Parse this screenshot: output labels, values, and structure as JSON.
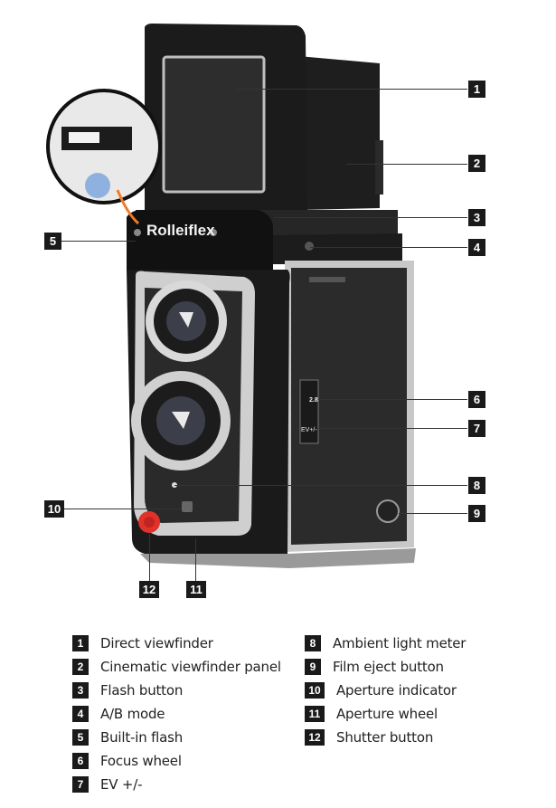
{
  "brand_logo_text": "Rolleiflex",
  "lens_marking_focus": "2.8",
  "lens_marking_ev": "EV+/-",
  "legend": [
    {
      "num": "1",
      "label": "Direct viewfinder"
    },
    {
      "num": "2",
      "label": "Cinematic viewfinder panel"
    },
    {
      "num": "3",
      "label": "Flash button"
    },
    {
      "num": "4",
      "label": "A/B mode"
    },
    {
      "num": "5",
      "label": "Built-in flash"
    },
    {
      "num": "6",
      "label": "Focus wheel"
    },
    {
      "num": "7",
      "label": "EV +/-"
    },
    {
      "num": "8",
      "label": "Ambient light meter"
    },
    {
      "num": "9",
      "label": "Film eject button"
    },
    {
      "num": "10",
      "label": "Aperture indicator"
    },
    {
      "num": "11",
      "label": "Aperture wheel"
    },
    {
      "num": "12",
      "label": "Shutter button"
    }
  ]
}
